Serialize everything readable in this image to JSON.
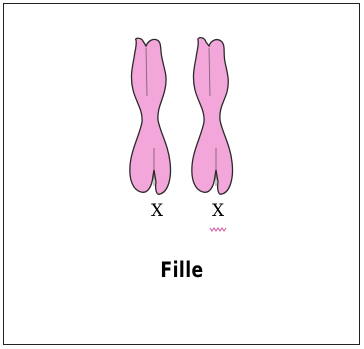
{
  "caption": "Fille",
  "chromosomes": [
    {
      "label": "X"
    },
    {
      "label": "X"
    }
  ],
  "colors": {
    "chromosome_fill": "#F2A6D9",
    "chromosome_stroke": "#2a2a2a",
    "label": "#000000",
    "underline_mark": "#d0509a"
  }
}
